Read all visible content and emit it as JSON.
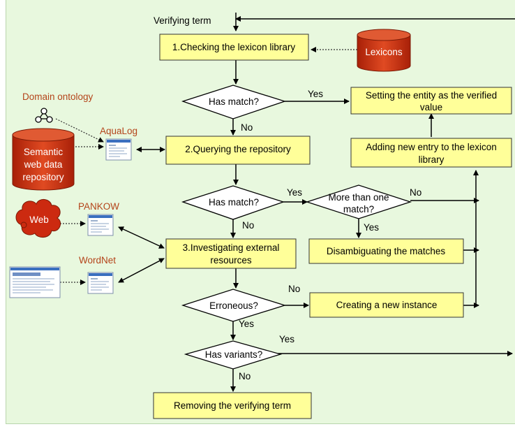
{
  "diagram": {
    "start_label": "Verifying term",
    "steps": {
      "check_lexicon": "1.Checking the lexicon library",
      "query_repository": "2.Querying the repository",
      "investigate_external": [
        "3.Investigating external",
        "resources"
      ],
      "set_entity": [
        "Setting the entity as the verified",
        "value"
      ],
      "add_entry": [
        "Adding new entry to the lexicon",
        "library"
      ],
      "disambiguate": "Disambiguating the matches",
      "create_instance": "Creating a new instance",
      "remove_term": "Removing the verifying term"
    },
    "decisions": {
      "has_match_1": "Has match?",
      "has_match_2": "Has match?",
      "more_than_one": [
        "More than one",
        "match?"
      ],
      "erroneous": "Erroneous?",
      "has_variants": "Has variants?"
    },
    "edge_labels": {
      "yes_1": "Yes",
      "no_1": "No",
      "yes_2": "Yes",
      "no_2": "No",
      "no_3": "No",
      "yes_3": "Yes",
      "no_4": "No",
      "yes_4": "Yes",
      "yes_5": "Yes",
      "no_5": "No"
    },
    "resources": {
      "lexicons": "Lexicons",
      "domain_ontology": "Domain ontology",
      "aqualog": "AquaLog",
      "semantic_repo": [
        "Semantic",
        "web data",
        "repository"
      ],
      "pankow": "PANKOW",
      "web": "Web",
      "wordnet": "WordNet"
    },
    "colors": {
      "background": "#e8f8de",
      "process_fill": "#ffff99",
      "db_fill": "#cc3311",
      "resource_label": "#b4441a"
    }
  }
}
